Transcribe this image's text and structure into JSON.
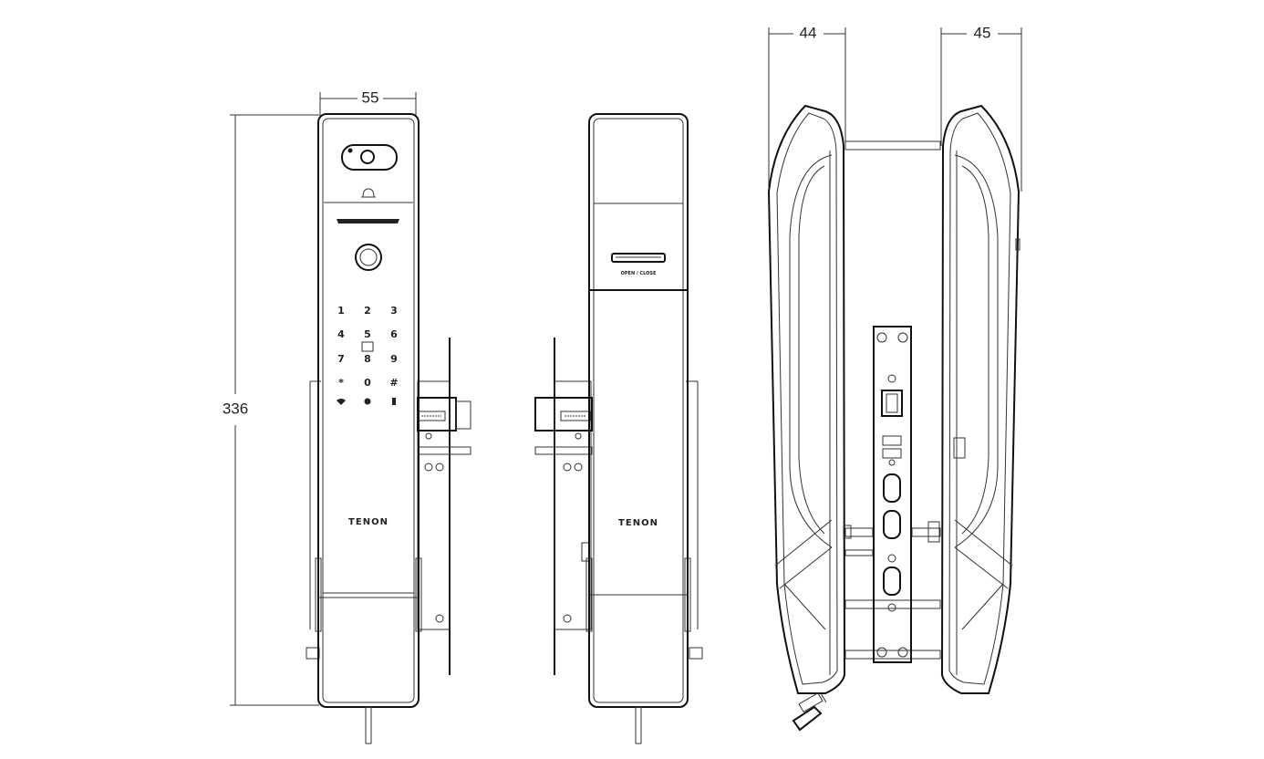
{
  "dimensions": {
    "front_width": "55",
    "height": "336",
    "side_left_depth": "44",
    "side_right_depth": "45"
  },
  "front_keypad": {
    "rows": [
      [
        "1",
        "2",
        "3"
      ],
      [
        "4",
        "5",
        "6"
      ],
      [
        "7",
        "8",
        "9"
      ],
      [
        "*",
        "0",
        "#"
      ]
    ]
  },
  "brand": {
    "front_logo": "TENON",
    "back_logo": "TENON"
  },
  "back_panel": {
    "switch_label": "OPEN / CLOSE"
  }
}
